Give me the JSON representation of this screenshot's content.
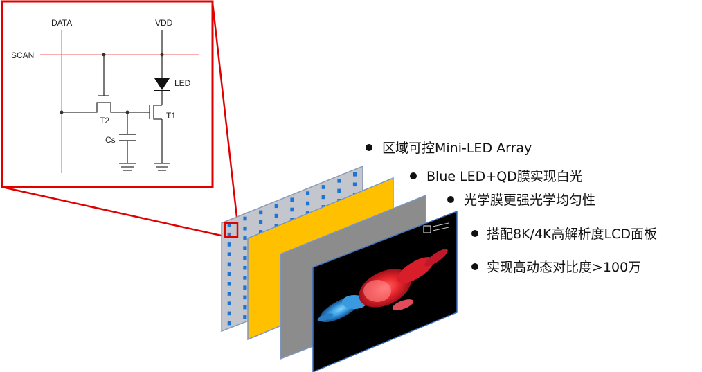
{
  "schematic": {
    "labels": {
      "data": "DATA",
      "vdd": "VDD",
      "scan": "SCAN",
      "led": "LED",
      "t1": "T1",
      "t2": "T2",
      "cs": "Cs"
    }
  },
  "colors": {
    "callout_red": "#e00000",
    "backplane": "#c3c7cd",
    "mini_led": "#1e73d6",
    "qd_film": "#ffc000",
    "optical_film": "#8c8c8c",
    "lcd_panel": "#000000",
    "panel_edge": "#3a6fc0"
  },
  "features": [
    {
      "text": "区域可控Mini-LED Array"
    },
    {
      "text": "Blue LED+QD膜实现白光"
    },
    {
      "text": "光学膜更强光学均匀性"
    },
    {
      "text": "搭配8K/4K高解析度LCD面板"
    },
    {
      "text": "实现高动态对比度>100万"
    }
  ]
}
